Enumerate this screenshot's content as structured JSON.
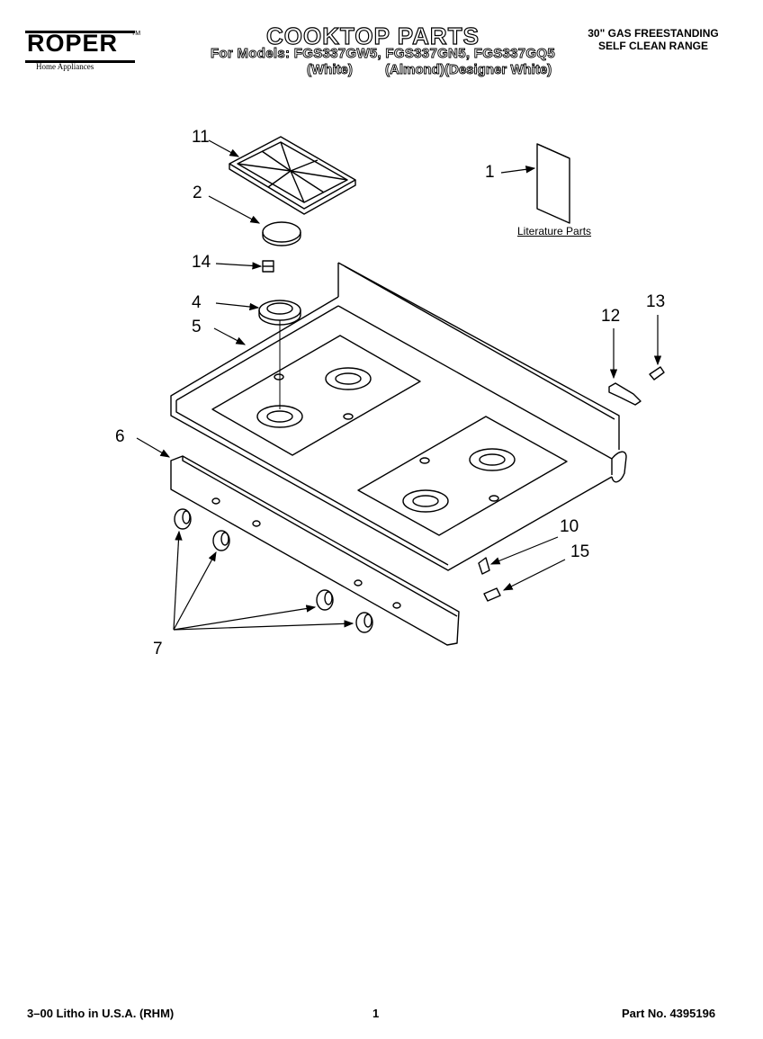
{
  "header": {
    "brand": "ROPER",
    "brand_tm": "TM",
    "brand_sub": "Home Appliances",
    "title": "COOKTOP PARTS",
    "models_line": "For Models: FGS337GW5, FGS337GN5, FGS337GQ5",
    "color_white": "(White)",
    "color_almond": "(Almond)",
    "color_designer": "(Designer White)",
    "range_line1": "30\" GAS FREESTANDING",
    "range_line2": "SELF CLEAN RANGE"
  },
  "callouts": {
    "c1": "1",
    "c2": "2",
    "c4": "4",
    "c5": "5",
    "c6": "6",
    "c7": "7",
    "c10": "10",
    "c11": "11",
    "c12": "12",
    "c13": "13",
    "c14": "14",
    "c15": "15"
  },
  "literature_label": "Literature Parts",
  "footer": {
    "left": "3–00 Litho in U.S.A. (RHM)",
    "page": "1",
    "part": "Part No. 4395196"
  },
  "colors": {
    "ink": "#000000",
    "paper": "#ffffff"
  }
}
